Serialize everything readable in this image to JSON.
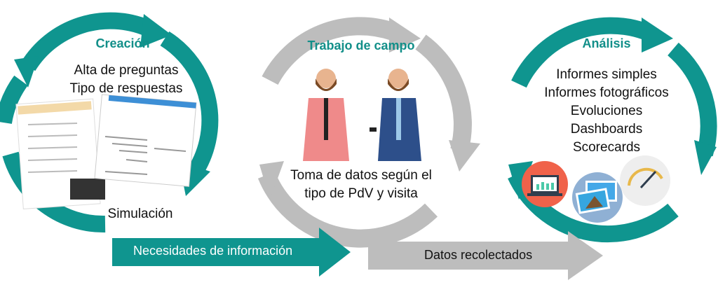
{
  "stages": [
    {
      "title": "Creación",
      "items": [
        "Alta de preguntas",
        "Tipo de respuestas"
      ],
      "footer": "Simulación"
    },
    {
      "title": "Trabajo de campo",
      "items": [
        "Toma de datos según el",
        "tipo de PdV y visita"
      ]
    },
    {
      "title": "Análisis",
      "items": [
        "Informes simples",
        "Informes fotográficos",
        "Evoluciones",
        "Dashboards",
        "Scorecards"
      ]
    }
  ],
  "arrows": [
    "Necesidades de información",
    "Datos recolectados"
  ],
  "colors": {
    "teal": "#0f958f",
    "grey": "#bdbdbd"
  }
}
